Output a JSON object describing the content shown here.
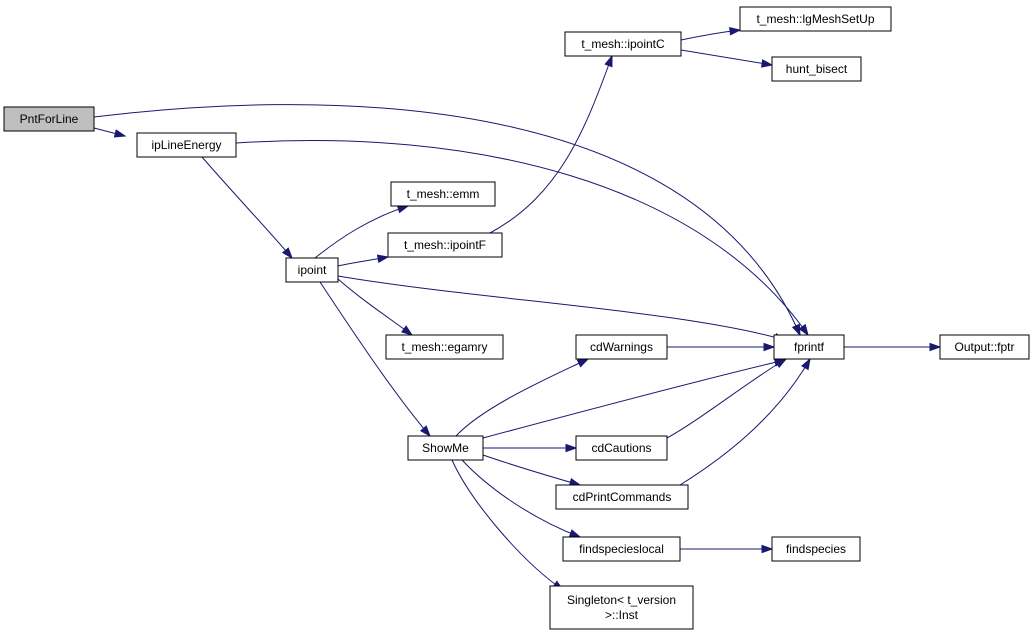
{
  "nodes": [
    {
      "id": "pntforline",
      "lines": [
        "PntForLine"
      ],
      "root": true
    },
    {
      "id": "iplineenergy",
      "lines": [
        "ipLineEnergy"
      ]
    },
    {
      "id": "ipoint",
      "lines": [
        "ipoint"
      ]
    },
    {
      "id": "emm",
      "lines": [
        "t_mesh::emm"
      ]
    },
    {
      "id": "ipointf",
      "lines": [
        "t_mesh::ipointF"
      ]
    },
    {
      "id": "ipointc",
      "lines": [
        "t_mesh::ipointC"
      ]
    },
    {
      "id": "lgmeshsetup",
      "lines": [
        "t_mesh::lgMeshSetUp"
      ]
    },
    {
      "id": "huntbisect",
      "lines": [
        "hunt_bisect"
      ]
    },
    {
      "id": "egamry",
      "lines": [
        "t_mesh::egamry"
      ]
    },
    {
      "id": "showme",
      "lines": [
        "ShowMe"
      ]
    },
    {
      "id": "cdwarnings",
      "lines": [
        "cdWarnings"
      ]
    },
    {
      "id": "cdcautions",
      "lines": [
        "cdCautions"
      ]
    },
    {
      "id": "cdprintcommands",
      "lines": [
        "cdPrintCommands"
      ]
    },
    {
      "id": "findspecieslocal",
      "lines": [
        "findspecieslocal"
      ]
    },
    {
      "id": "findspecies",
      "lines": [
        "findspecies"
      ]
    },
    {
      "id": "singleton",
      "lines": [
        "Singleton< t_version",
        ">::Inst"
      ]
    },
    {
      "id": "fprintf",
      "lines": [
        "fprintf"
      ]
    },
    {
      "id": "fptr",
      "lines": [
        "Output::fptr"
      ]
    }
  ],
  "edges": [
    [
      "pntforline",
      "iplineenergy"
    ],
    [
      "pntforline",
      "fprintf"
    ],
    [
      "iplineenergy",
      "fprintf"
    ],
    [
      "iplineenergy",
      "ipoint"
    ],
    [
      "ipoint",
      "emm"
    ],
    [
      "ipoint",
      "ipointf"
    ],
    [
      "ipoint",
      "fprintf"
    ],
    [
      "ipoint",
      "egamry"
    ],
    [
      "ipoint",
      "showme"
    ],
    [
      "ipointf",
      "ipointc"
    ],
    [
      "ipointc",
      "lgmeshsetup"
    ],
    [
      "ipointc",
      "huntbisect"
    ],
    [
      "showme",
      "cdwarnings"
    ],
    [
      "showme",
      "fprintf"
    ],
    [
      "showme",
      "cdcautions"
    ],
    [
      "showme",
      "cdprintcommands"
    ],
    [
      "showme",
      "findspecieslocal"
    ],
    [
      "showme",
      "singleton"
    ],
    [
      "cdwarnings",
      "fprintf"
    ],
    [
      "cdcautions",
      "fprintf"
    ],
    [
      "cdprintcommands",
      "fprintf"
    ],
    [
      "findspecieslocal",
      "findspecies"
    ],
    [
      "fprintf",
      "fptr"
    ]
  ]
}
